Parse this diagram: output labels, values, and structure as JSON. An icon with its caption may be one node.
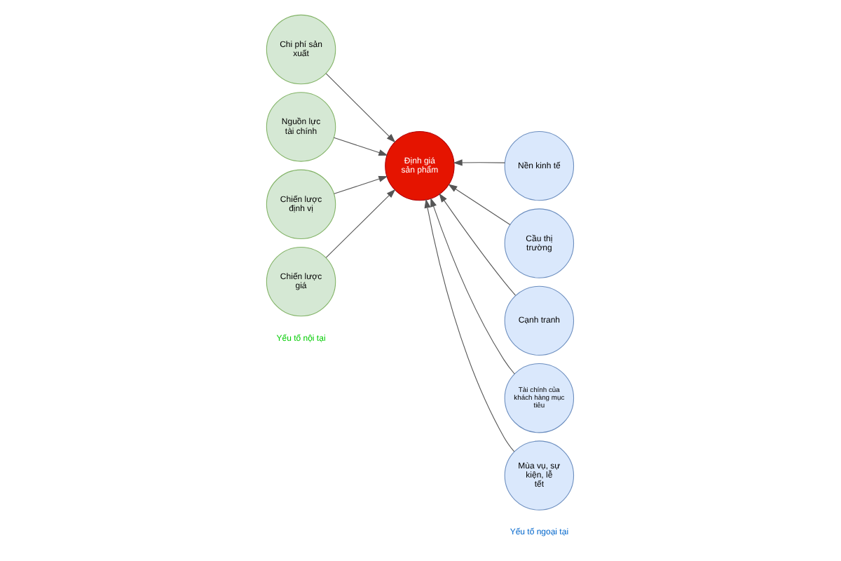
{
  "diagram": {
    "nodes": [
      {
        "text": [
          "Chi phí sản xuất"
        ]
      },
      {
        "text": [
          "Nguồn lực tài chính"
        ]
      },
      {
        "text": [
          "Chiến lược định vị"
        ]
      },
      {
        "text": [
          "Chiến lược giá"
        ]
      },
      {
        "text": [
          "Định giá sản phẩm"
        ]
      },
      {
        "text": [
          "Nền kinh tế"
        ]
      },
      {
        "text": [
          "Cầu thị trường"
        ]
      },
      {
        "text": [
          "Cạnh tranh"
        ]
      },
      {
        "text": [
          "Tài chính của khách hàng mục tiêu"
        ]
      },
      {
        "text": [
          "Mùa vụ, sự kiện, lễ tết"
        ]
      }
    ],
    "edges": [
      {
        "from": 0,
        "to": 4,
        "arrow": "to"
      },
      {
        "from": 1,
        "to": 4,
        "arrow": "to"
      },
      {
        "from": 2,
        "to": 4,
        "arrow": "to"
      },
      {
        "from": 3,
        "to": 4,
        "arrow": "to"
      },
      {
        "from": 5,
        "to": 4,
        "arrow": "to"
      },
      {
        "from": 6,
        "to": 4,
        "arrow": "to"
      },
      {
        "from": 7,
        "to": 4,
        "arrow": "to"
      },
      {
        "from": 8,
        "to": 4,
        "arrow": "to"
      },
      {
        "from": 9,
        "to": 4,
        "arrow": "to"
      }
    ],
    "labels": [
      "Yếu tố nội tại",
      "Yếu tố ngoại tại"
    ]
  }
}
